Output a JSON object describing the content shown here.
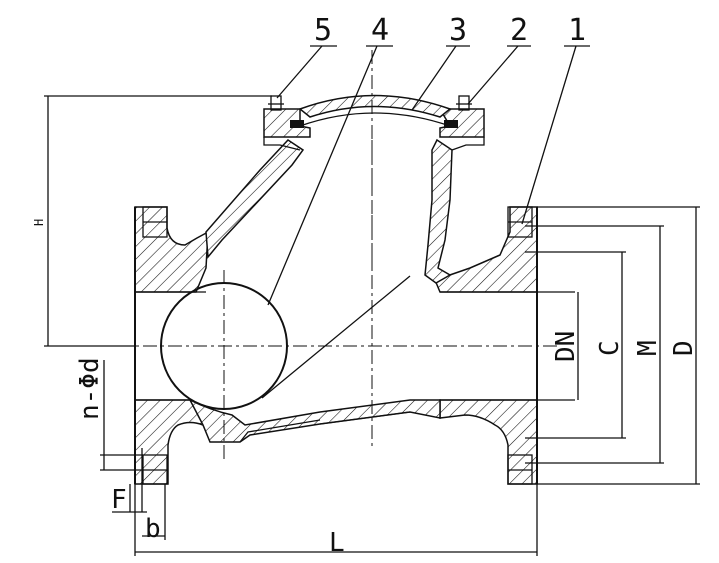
{
  "callouts": [
    "5",
    "4",
    "3",
    "2",
    "1"
  ],
  "dimensions": {
    "H": "H",
    "n_phi_d": "n-Φd",
    "F": "F",
    "b": "b",
    "L": "L",
    "DN": "DN",
    "C": "C",
    "M": "M",
    "D": "D"
  }
}
